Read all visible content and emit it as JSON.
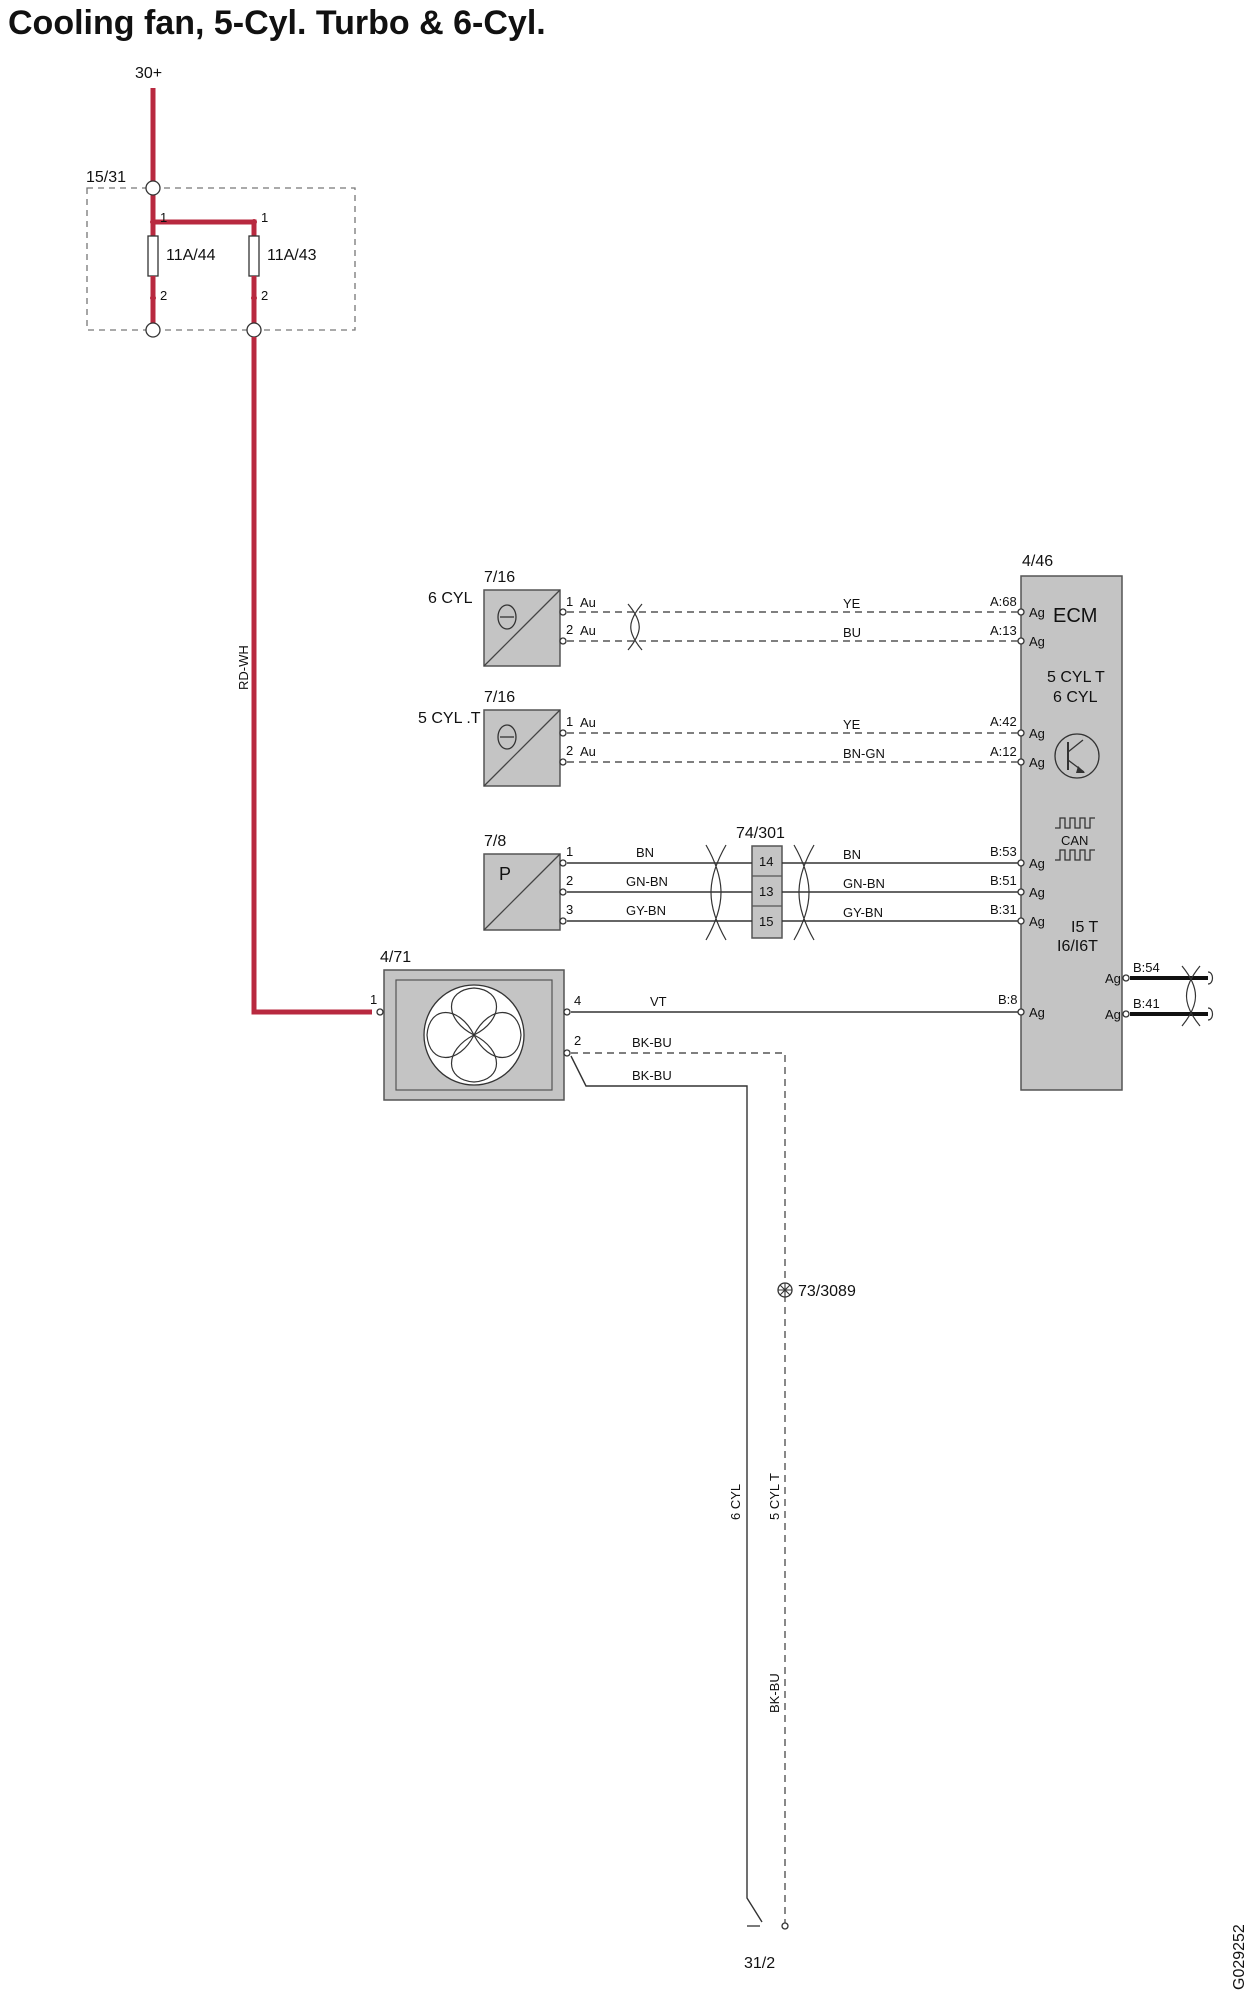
{
  "title": "Cooling fan, 5-Cyl. Turbo & 6-Cyl.",
  "doc_id": "G029252",
  "supply": {
    "label": "30+"
  },
  "fusebox": {
    "label": "15/31",
    "fuses": [
      {
        "label": "11A/44",
        "pin_in": "1",
        "pin_out": "2"
      },
      {
        "label": "11A/43",
        "pin_in": "1",
        "pin_out": "2"
      }
    ]
  },
  "power_wire": {
    "color": "RD-WH"
  },
  "ecm": {
    "ref": "4/46",
    "name": "ECM",
    "variant_a": [
      "5 CYL T",
      "6 CYL"
    ],
    "can_label": "CAN",
    "variant_b": [
      "I5 T",
      "I6/I6T"
    ],
    "pin_type": "Ag"
  },
  "sensor_6cyl": {
    "ref": "7/16",
    "variant": "6 CYL",
    "pins": [
      {
        "num": "1",
        "type": "Au",
        "wire": "YE",
        "ecm_pin": "A:68"
      },
      {
        "num": "2",
        "type": "Au",
        "wire": "BU",
        "ecm_pin": "A:13"
      }
    ]
  },
  "sensor_5cyl": {
    "ref": "7/16",
    "variant": "5 CYL .T",
    "pins": [
      {
        "num": "1",
        "type": "Au",
        "wire": "YE",
        "ecm_pin": "A:42"
      },
      {
        "num": "2",
        "type": "Au",
        "wire": "BN-GN",
        "ecm_pin": "A:12"
      }
    ]
  },
  "pressure_sensor": {
    "ref": "7/8",
    "symbol": "P",
    "connector": "74/301",
    "pins": [
      {
        "num": "1",
        "wire_in": "BN",
        "conn_pin": "14",
        "wire_out": "BN",
        "ecm_pin": "B:53"
      },
      {
        "num": "2",
        "wire_in": "GN-BN",
        "conn_pin": "13",
        "wire_out": "GN-BN",
        "ecm_pin": "B:51"
      },
      {
        "num": "3",
        "wire_in": "GY-BN",
        "conn_pin": "15",
        "wire_out": "GY-BN",
        "ecm_pin": "B:31"
      }
    ]
  },
  "can_pins": [
    "B:54",
    "B:41"
  ],
  "fan": {
    "ref": "4/71",
    "pin_power": "1",
    "pin_signal": "4",
    "signal_wire": "VT",
    "signal_ecm_pin": "B:8",
    "pin_ground": "2",
    "ground_wire_a": "BK-BU",
    "ground_wire_b": "BK-BU"
  },
  "ground": {
    "splice": "73/3089",
    "label_6cyl": "6 CYL",
    "label_5cyl": "5 CYL T",
    "wire": "BK-BU",
    "point": "31/2"
  }
}
